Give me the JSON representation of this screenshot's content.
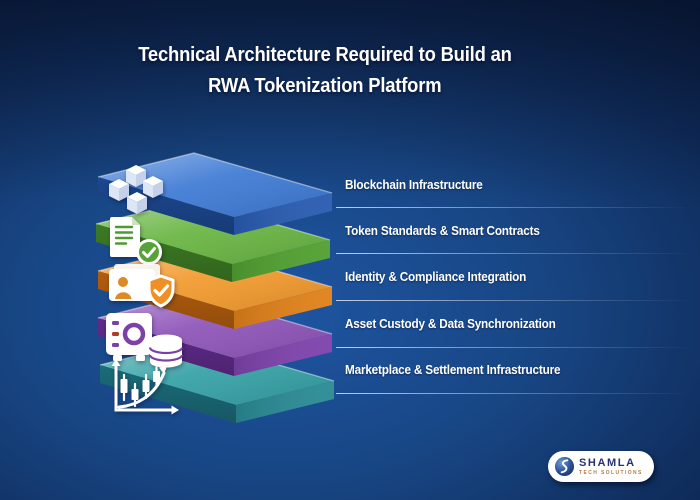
{
  "title": {
    "line1": "Technical Architecture Required to Build an",
    "line2": "RWA Tokenization Platform"
  },
  "layers": [
    {
      "label": "Blockchain Infrastructure",
      "icon": "blockchain-cubes-icon",
      "colors": {
        "top": "#3c79d4",
        "front_left": "#1c478f",
        "front_right": "#2a5cb2"
      }
    },
    {
      "label": "Token Standards & Smart Contracts",
      "icon": "smart-contract-check-icon",
      "colors": {
        "top": "#67b440",
        "front_left": "#3c7a24",
        "front_right": "#52a031"
      }
    },
    {
      "label": "Identity & Compliance Integration",
      "icon": "identity-card-shield-icon",
      "colors": {
        "top": "#f2992b",
        "front_left": "#b25d0e",
        "front_right": "#e0811a"
      }
    },
    {
      "label": "Asset Custody & Data Synchronization",
      "icon": "vault-database-icon",
      "colors": {
        "top": "#8d53b8",
        "front_left": "#5f2b8a",
        "front_right": "#7e43ac"
      }
    },
    {
      "label": "Marketplace & Settlement Infrastructure",
      "icon": "growth-chart-icon",
      "colors": {
        "top": "#33a0a4",
        "front_left": "#1b6b79",
        "front_right": "#2a8b95"
      }
    }
  ],
  "logo": {
    "brand": "SHAMLA",
    "tagline": "TECH SOLUTIONS"
  },
  "style_tokens": {
    "background_center": "#1e55a2",
    "background_edge": "#0b1f44",
    "text_color": "#ffffff",
    "divider_color": "#ffffff",
    "icon_color": "#ffffff",
    "logo_brand_color": "#283272",
    "logo_tagline_color": "#b77b3e"
  }
}
